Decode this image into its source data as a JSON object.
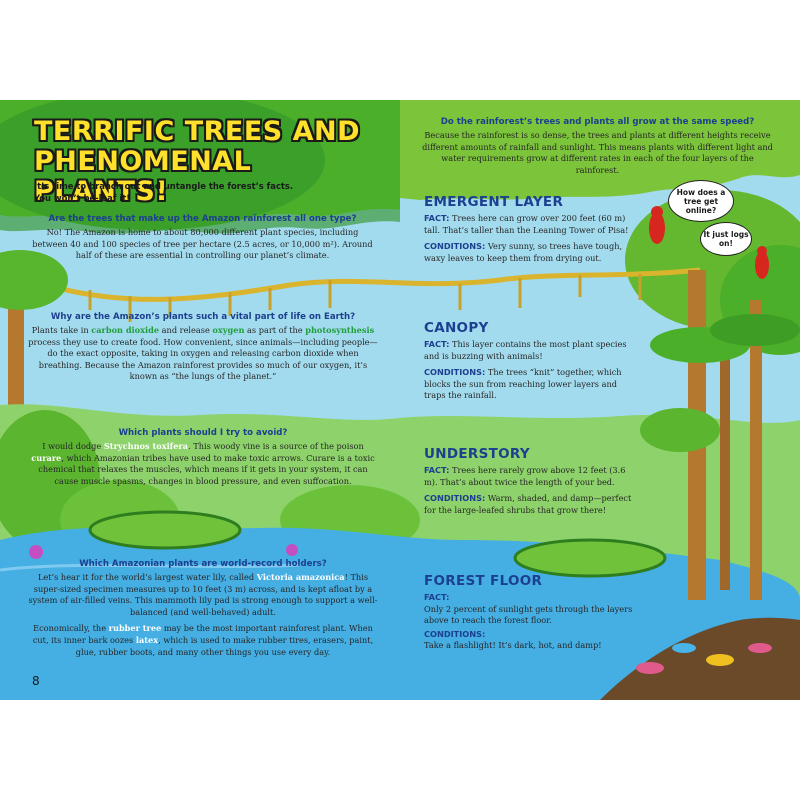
{
  "colors": {
    "canopy_green": "#4caf2a",
    "ground_green": "#8ed26b",
    "sky_blue": "#9fd8ec",
    "water_blue": "#45aee3",
    "title_yellow": "#ffe12b",
    "heading_blue": "#1d3f8f",
    "keyword_green": "#1f9e3a"
  },
  "left_page": {
    "title_line1": "TERRIFIC TREES AND",
    "title_line2": "PHENOMENAL PLANTS!",
    "intro_line1": "It’s time to branch out and untangle the forest’s facts.",
    "intro_line2": "You won’t be-leaf it!",
    "page_number": "8",
    "sections": [
      {
        "question": "Are the trees that make up the Amazon rainforest all one type?",
        "text": "No! The Amazon is home to about 80,000 different plant species, including between 40 and 100 species of tree per hectare (2.5 acres, or 10,000 m²). Around half of these are essential in controlling our planet’s climate."
      },
      {
        "question": "Why are the Amazon’s plants such a vital part of life on Earth?",
        "text_a": "Plants take in ",
        "kw1": "carbon dioxide",
        "text_b": " and release ",
        "kw2": "oxygen",
        "text_c": " as part of the ",
        "kw3": "photosynthesis",
        "text_d": " process they use to create food. How convenient, since animals—including people—do the exact opposite, taking in oxygen and releasing carbon dioxide when breathing. Because the Amazon rainforest provides so much of our oxygen, it’s known as “the lungs of the planet.”"
      },
      {
        "question": "Which plants should I try to avoid?",
        "text_a": "I would dodge ",
        "kw1": "Strychnos toxifera",
        "text_b": ". This woody vine is a source of the poison ",
        "kw2": "curare",
        "text_c": ", which Amazonian tribes have used to make toxic arrows. Curare is a toxic chemical that relaxes the muscles, which means if it gets in your system, it can cause muscle spasms, changes in blood pressure, and even suffocation."
      },
      {
        "question": "Which Amazonian plants are world-record holders?",
        "p1_a": "Let’s hear it for the world’s largest water lily, called ",
        "p1_kw": "Victoria amazonica",
        "p1_b": "! This super-sized specimen measures up to 10 feet (3 m) across, and is kept afloat by a system of air-filled veins. This mammoth lily pad is strong enough to support a well-balanced (and well-behaved) adult.",
        "p2_a": "Economically, the ",
        "p2_kw1": "rubber tree",
        "p2_b": " may be the most important rainforest plant. When cut, its inner bark oozes ",
        "p2_kw2": "latex",
        "p2_c": ", which is used to make rubber tires, erasers, paint, glue, rubber boots, and many other things you use every day."
      }
    ]
  },
  "right_page": {
    "speed_question": "Do the rainforest’s trees and plants all grow at the same speed?",
    "speed_text": "Because the rainforest is so dense, the trees and plants at different heights receive different amounts of rainfall and sunlight. This means plants with different light and water requirements grow at different rates in each of the four layers of the rainforest.",
    "bubble1": "How does a tree get online?",
    "bubble2": "It just logs on!",
    "fact_label": "FACT:",
    "conditions_label": "CONDITIONS:",
    "layers": [
      {
        "heading": "EMERGENT LAYER",
        "fact": "Trees here can grow over 200 feet (60 m) tall. That’s taller than the Leaning Tower of Pisa!",
        "conditions": "Very sunny, so trees have tough, waxy leaves to keep them from drying out."
      },
      {
        "heading": "CANOPY",
        "fact": "This layer contains the most plant species and is buzzing with animals!",
        "conditions": "The trees “knit” together, which blocks the sun from reaching lower layers and traps the rainfall."
      },
      {
        "heading": "UNDERSTORY",
        "fact": "Trees here rarely grow above 12 feet (3.6 m). That’s about twice the length of your bed.",
        "conditions": "Warm, shaded, and damp—perfect for the large-leafed shrubs that grow there!"
      },
      {
        "heading": "FOREST FLOOR",
        "fact": "Only 2 percent of sunlight gets through the layers above to reach the forest floor.",
        "conditions": "Take a flashlight! It’s dark, hot, and damp!"
      }
    ]
  }
}
